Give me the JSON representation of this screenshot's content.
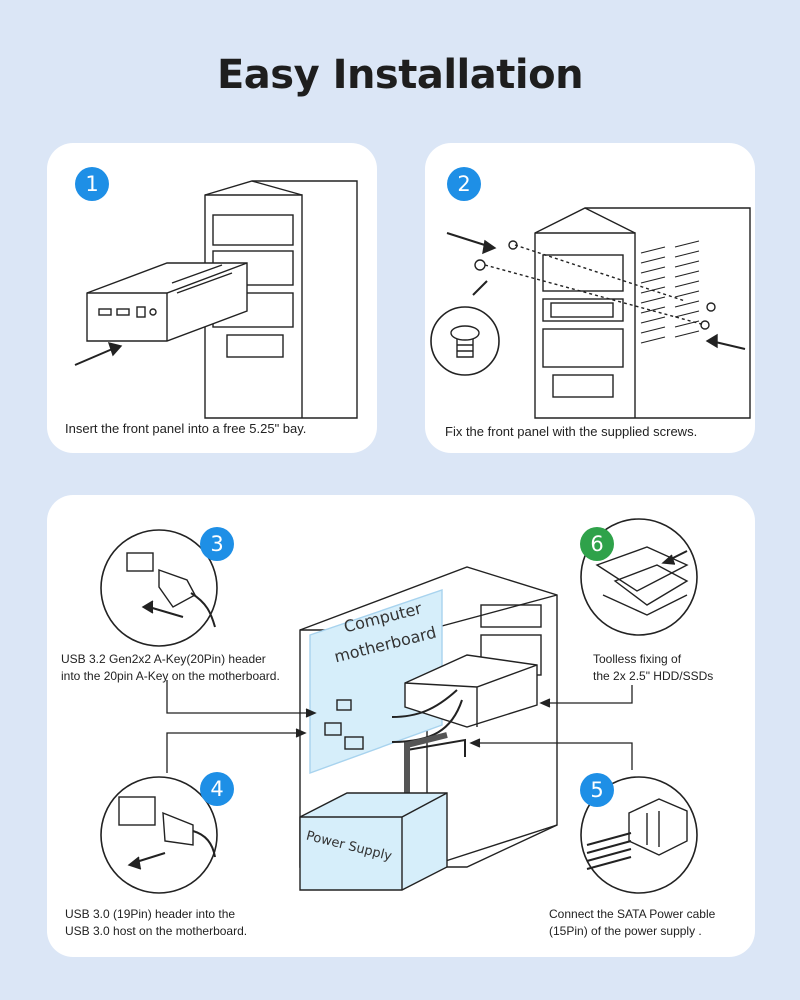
{
  "title": "Easy Installation",
  "steps": [
    {
      "number": "1",
      "caption": "Insert the front panel into a free 5.25\" bay."
    },
    {
      "number": "2",
      "caption": "Fix the front panel with the supplied screws."
    },
    {
      "number": "3",
      "caption_line1": "USB 3.2 Gen2x2 A-Key(20Pin) header",
      "caption_line2": "into the 20pin A-Key on the motherboard."
    },
    {
      "number": "4",
      "caption_line1": "USB 3.0 (19Pin) header into the",
      "caption_line2": "USB 3.0 host on the motherboard."
    },
    {
      "number": "5",
      "caption_line1": "Connect the SATA Power cable",
      "caption_line2": "(15Pin) of the power supply ."
    },
    {
      "number": "6",
      "caption_line1": "Toolless fixing of",
      "caption_line2": "the 2x 2.5\" HDD/SSDs"
    }
  ],
  "labels": {
    "motherboard_line1": "Computer",
    "motherboard_line2": "motherboard",
    "power_supply": "Power Supply"
  },
  "colors": {
    "background": "#dbe6f6",
    "badge_blue": "#1e8fe6",
    "badge_green": "#2fa24a",
    "motherboard_fill": "#d6eefa"
  }
}
